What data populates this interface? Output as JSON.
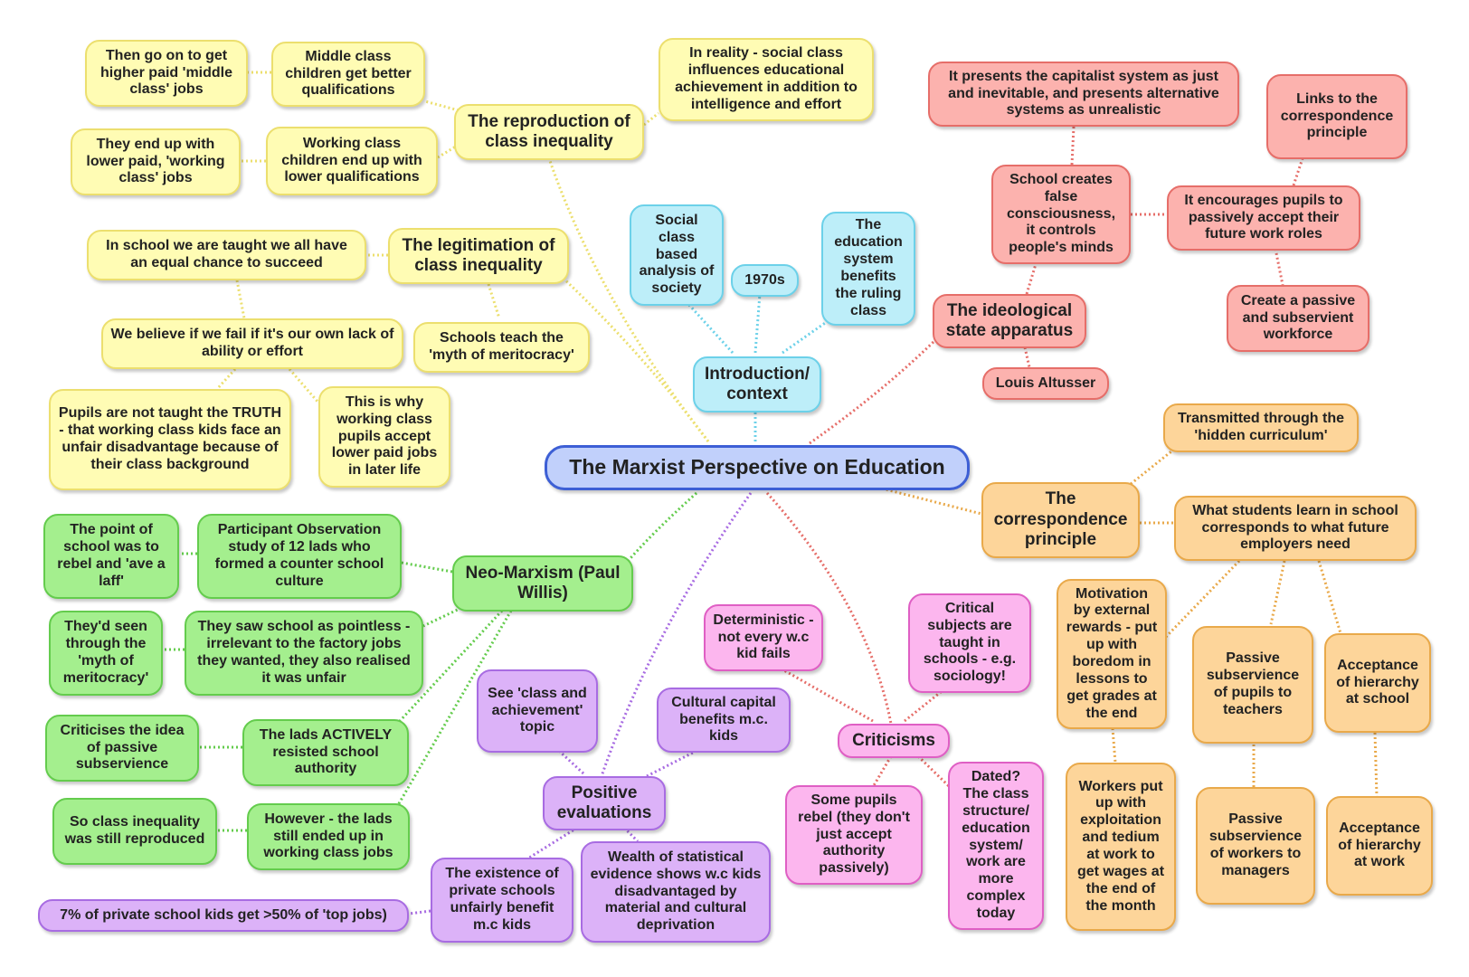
{
  "center": {
    "label": "The Marxist Perspective on Education"
  },
  "colors": {
    "yellow": "#fffcb4",
    "blue": "#bdeef9",
    "red": "#fcb2ae",
    "orange": "#fdd59a",
    "green": "#a4ef8e",
    "purple": "#dcb2f8",
    "pink": "#fcb6ee",
    "central": "#c1d0fb"
  },
  "nodes": {
    "reproduction": "The reproduction of class inequality",
    "middle_jobs": "Then go on to get higher paid 'middle class' jobs",
    "middle_quals": "Middle class children get better qualifications",
    "working_jobs": "They end up with lower paid, 'working class' jobs",
    "working_quals": "Working class children end up with lower qualifications",
    "in_reality": "In reality - social class influences educational achievement in addition to intelligence and effort",
    "legitimation": "The legitimation of class inequality",
    "equal_chance": "In school we are taught we all have an equal chance to succeed",
    "our_own_lack": "We believe if we fail if it's our own lack of ability or effort",
    "myth_meritocracy": "Schools teach the 'myth of meritocracy'",
    "not_taught_truth": "Pupils are not taught the TRUTH - that working class kids face an unfair disadvantage because of their class background",
    "accept_lower": "This is why working class pupils accept lower paid jobs in later life",
    "introduction": "Introduction/ context",
    "social_class": "Social class based analysis of society",
    "year_1970s": "1970s",
    "ruling_class": "The education system benefits the ruling class",
    "ideological": "The ideological state apparatus",
    "presents_capitalist": "It presents the capitalist system as just and inevitable, and presents alternative systems as unrealistic",
    "false_consciousness": "School creates false consciousness, it controls people's minds",
    "links_correspondence": "Links to the correspondence principle",
    "encourages_accept": "It encourages pupils to passively accept their future work roles",
    "passive_workforce": "Create a passive and subservient workforce",
    "althusser": "Louis Altusser",
    "correspondence": "The correspondence principle",
    "hidden_curriculum": "Transmitted through the 'hidden curriculum'",
    "what_students_learn": "What students learn in school corresponds to what future employers need",
    "motivation": "Motivation by external rewards - put up with boredom in lessons to get grades at the end",
    "passive_teachers": "Passive subservience of pupils to teachers",
    "hierarchy_school": "Acceptance of hierarchy at school",
    "workers_exploitation": "Workers put up with exploitation and tedium at work to get wages at the end of the month",
    "passive_managers": "Passive subservience of workers to managers",
    "hierarchy_work": "Acceptance of hierarchy at work",
    "neo_marxism": "Neo-Marxism (Paul Willis)",
    "point_of_school": "The point of school was to rebel and 'ave a laff'",
    "participant_obs": "Participant Observation study of 12 lads who formed a counter school culture",
    "seen_through": "They'd seen through the 'myth of meritocracy'",
    "pointless": "They saw school as pointless - irrelevant to the factory jobs they wanted, they also realised it was unfair",
    "criticises_passive": "Criticises the idea of passive subservience",
    "actively_resisted": "The lads ACTIVELY resisted school authority",
    "still_reproduced": "So class inequality was still reproduced",
    "still_ended_up": "However - the lads still ended up in working class jobs",
    "positive": "Positive evaluations",
    "see_class": "See 'class and achievement' topic",
    "cultural_capital": "Cultural capital benefits m.c. kids",
    "private_schools": "The existence of private schools unfairly benefit m.c kids",
    "wealth_statistical": "Wealth of statistical evidence shows w.c kids disadvantaged by material and cultural deprivation",
    "seven_percent": "7% of private school kids get >50% of 'top jobs)",
    "criticisms": "Criticisms",
    "deterministic": "Deterministic - not every w.c kid fails",
    "critical_subjects": "Critical subjects are taught in schools - e.g. sociology!",
    "some_pupils_rebel": "Some pupils rebel (they don't just accept authority passively)",
    "dated": "Dated? The class structure/ education system/ work are more complex today"
  }
}
